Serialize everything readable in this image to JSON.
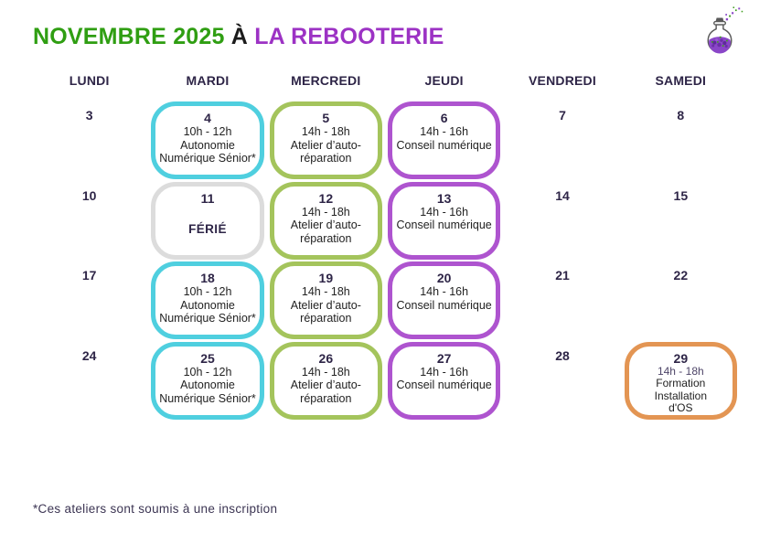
{
  "header": {
    "title_month": "NOVEMBRE 2025",
    "title_connector": "À",
    "title_place": "LA REBOOTERIE",
    "flask_icon": "potion-flask-icon"
  },
  "colors": {
    "title_green": "#2f9e12",
    "title_purple": "#9c32c4",
    "heading_ink": "#2e2547",
    "body_text": "#222222",
    "event_senior": "#4fcfdf",
    "event_repair": "#a4c45c",
    "event_advice": "#ae54cf",
    "event_holiday": "#dcdcdc",
    "event_formation": "#e39553"
  },
  "weekdays": [
    "LUNDI",
    "MARDI",
    "MERCREDI",
    "JEUDI",
    "VENDREDI",
    "SAMEDI"
  ],
  "weeks": [
    [
      {
        "date": "3"
      },
      {
        "date": "4",
        "event": {
          "color_key": "event_senior",
          "time": "10h - 12h",
          "lines": [
            "Autonomie",
            "Numérique Sénior*"
          ]
        }
      },
      {
        "date": "5",
        "event": {
          "color_key": "event_repair",
          "time": "14h - 18h",
          "lines": [
            "Atelier d’auto-",
            "réparation"
          ]
        }
      },
      {
        "date": "6",
        "event": {
          "color_key": "event_advice",
          "time": "14h - 16h",
          "lines": [
            "Conseil numérique"
          ]
        }
      },
      {
        "date": "7"
      },
      {
        "date": "8"
      }
    ],
    [
      {
        "date": "10"
      },
      {
        "date": "11",
        "event": {
          "color_key": "event_holiday",
          "holiday": true,
          "lines": [
            "FÉRIÉ"
          ]
        }
      },
      {
        "date": "12",
        "event": {
          "color_key": "event_repair",
          "time": "14h - 18h",
          "lines": [
            "Atelier d’auto-",
            "réparation"
          ]
        }
      },
      {
        "date": "13",
        "event": {
          "color_key": "event_advice",
          "time": "14h - 16h",
          "lines": [
            "Conseil numérique"
          ]
        }
      },
      {
        "date": "14"
      },
      {
        "date": "15"
      }
    ],
    [
      {
        "date": "17"
      },
      {
        "date": "18",
        "event": {
          "color_key": "event_senior",
          "time": "10h - 12h",
          "lines": [
            "Autonomie",
            "Numérique Sénior*"
          ]
        }
      },
      {
        "date": "19",
        "event": {
          "color_key": "event_repair",
          "time": "14h - 18h",
          "lines": [
            "Atelier d’auto-",
            "réparation"
          ]
        }
      },
      {
        "date": "20",
        "event": {
          "color_key": "event_advice",
          "time": "14h - 16h",
          "lines": [
            "Conseil numérique"
          ]
        }
      },
      {
        "date": "21"
      },
      {
        "date": "22"
      }
    ],
    [
      {
        "date": "24"
      },
      {
        "date": "25",
        "event": {
          "color_key": "event_senior",
          "time": "10h - 12h",
          "lines": [
            "Autonomie",
            "Numérique Sénior*"
          ]
        }
      },
      {
        "date": "26",
        "event": {
          "color_key": "event_repair",
          "time": "14h - 18h",
          "lines": [
            "Atelier d’auto-",
            "réparation"
          ]
        }
      },
      {
        "date": "27",
        "event": {
          "color_key": "event_advice",
          "time": "14h - 16h",
          "lines": [
            "Conseil numérique"
          ]
        }
      },
      {
        "date": "28"
      },
      {
        "date": "29",
        "event": {
          "color_key": "event_formation",
          "time": "14h - 18h",
          "time_tinted": true,
          "compact": true,
          "lines": [
            "Formation",
            "Installation",
            "d'OS"
          ]
        }
      }
    ]
  ],
  "footnote": "*Ces ateliers sont soumis à une inscription"
}
